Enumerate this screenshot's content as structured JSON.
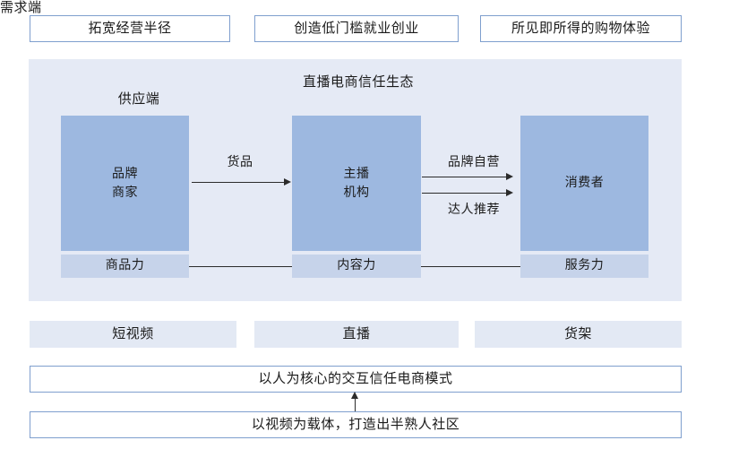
{
  "header": {
    "boxes": [
      {
        "label": "拓宽经营半径"
      },
      {
        "label": "创造低门槛就业创业"
      },
      {
        "label": "所见即所得的购物体验"
      }
    ]
  },
  "panel": {
    "title": "直播电商信任生态",
    "column_labels": {
      "supply": "供应端",
      "demand": "需求端"
    },
    "actors": [
      {
        "line1": "品牌",
        "line2": "商家"
      },
      {
        "line1": "主播",
        "line2": "机构"
      },
      {
        "line1": "消费者",
        "line2": ""
      }
    ],
    "flows": [
      {
        "label": "货品"
      },
      {
        "label": "品牌自营"
      },
      {
        "label": "达人推荐"
      }
    ],
    "capabilities": [
      {
        "label": "商品力"
      },
      {
        "label": "内容力"
      },
      {
        "label": "服务力"
      }
    ]
  },
  "channels": [
    {
      "label": "短视频"
    },
    {
      "label": "直播"
    },
    {
      "label": "货架"
    }
  ],
  "conclusions": [
    {
      "label": "以人为核心的交互信任电商模式"
    },
    {
      "label": "以视频为载体，打造出半熟人社区"
    }
  ],
  "colors": {
    "panel_background": "#e5eaf5",
    "actor_fill": "#9db8e0",
    "capability_fill": "#c6d3ea",
    "channel_fill": "#e3e9f4",
    "box_border": "#7f9fce",
    "line": "#2b2b2b"
  }
}
